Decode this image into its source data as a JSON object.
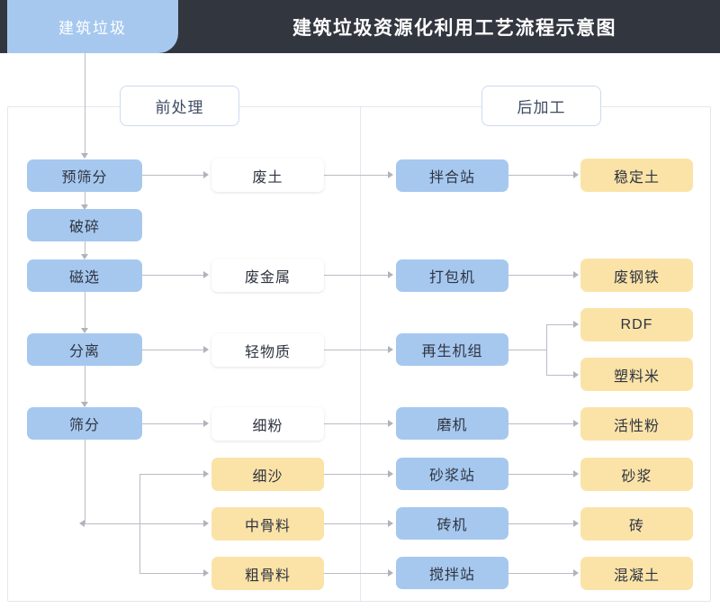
{
  "header": {
    "title": "建筑垃圾资源化利用工艺流程示意图",
    "source_tab": "建筑垃圾",
    "bar_color": "#32363f",
    "tab_color": "#a6c8ef"
  },
  "sections": {
    "pre": "前处理",
    "post": "后加工"
  },
  "palette": {
    "process": "#a6c8ef",
    "intermediate": "#ffffff",
    "product": "#fbe3a8",
    "connector": "#b9bcc4",
    "frame": "#e4e6ef"
  },
  "nodes": {
    "pre_process": [
      {
        "id": "preScreen",
        "label": "预筛分"
      },
      {
        "id": "crush",
        "label": "破碎"
      },
      {
        "id": "magnetic",
        "label": "磁选"
      },
      {
        "id": "separate",
        "label": "分离"
      },
      {
        "id": "screen",
        "label": "筛分"
      }
    ],
    "pre_output": [
      {
        "id": "wasteSoil",
        "label": "废土",
        "kind": "intermediate"
      },
      {
        "id": "wasteMetal",
        "label": "废金属",
        "kind": "intermediate"
      },
      {
        "id": "lightMaterial",
        "label": "轻物质",
        "kind": "intermediate"
      },
      {
        "id": "finePowder",
        "label": "细粉",
        "kind": "intermediate"
      },
      {
        "id": "fineSand",
        "label": "细沙",
        "kind": "product"
      },
      {
        "id": "midAggregate",
        "label": "中骨料",
        "kind": "product"
      },
      {
        "id": "coarseAggregate",
        "label": "粗骨料",
        "kind": "product"
      }
    ],
    "post_process": [
      {
        "id": "mixingStation",
        "label": "拌合站"
      },
      {
        "id": "baler",
        "label": "打包机"
      },
      {
        "id": "recycleUnit",
        "label": "再生机组"
      },
      {
        "id": "mill",
        "label": "磨机"
      },
      {
        "id": "mortarStation",
        "label": "砂浆站"
      },
      {
        "id": "brickMachine",
        "label": "砖机"
      },
      {
        "id": "concreteStation",
        "label": "搅拌站"
      }
    ],
    "products": [
      {
        "id": "stabilizedSoil",
        "label": "稳定土"
      },
      {
        "id": "scrapSteel",
        "label": "废钢铁"
      },
      {
        "id": "rdf",
        "label": "RDF"
      },
      {
        "id": "plasticPellet",
        "label": "塑料米"
      },
      {
        "id": "activePowder",
        "label": "活性粉"
      },
      {
        "id": "mortar",
        "label": "砂浆"
      },
      {
        "id": "brick",
        "label": "砖"
      },
      {
        "id": "concrete",
        "label": "混凝土"
      }
    ]
  }
}
